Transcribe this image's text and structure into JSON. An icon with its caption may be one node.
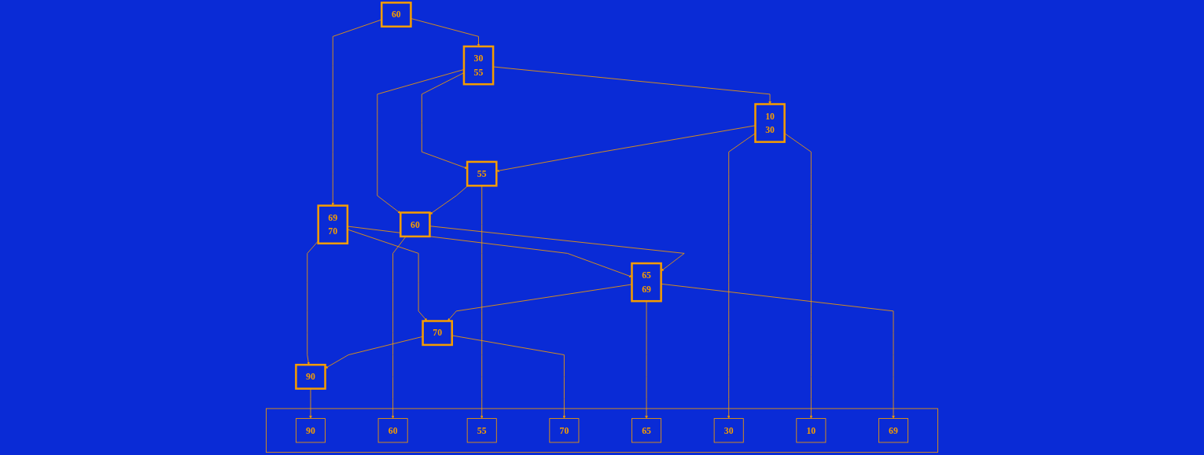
{
  "diagram": {
    "nodes": [
      {
        "text": [
          "60"
        ]
      },
      {
        "text": [
          "30",
          "55"
        ]
      },
      {
        "text": [
          "69",
          "70"
        ]
      },
      {
        "text": [
          "10",
          "30"
        ]
      },
      {
        "text": [
          "55"
        ]
      },
      {
        "text": [
          "60"
        ]
      },
      {
        "text": [
          "65",
          "69"
        ]
      },
      {
        "text": [
          "70"
        ]
      },
      {
        "text": [
          "90"
        ]
      },
      {
        "text": [],
        "shape": "box"
      },
      {
        "text": [
          "90"
        ],
        "in": 9
      },
      {
        "text": [
          "60"
        ],
        "in": 9
      },
      {
        "text": [
          "55"
        ],
        "in": 9
      },
      {
        "text": [
          "70"
        ],
        "in": 9
      },
      {
        "text": [
          "65"
        ],
        "in": 9
      },
      {
        "text": [
          "30"
        ],
        "in": 9
      },
      {
        "text": [
          "10"
        ],
        "in": 9
      },
      {
        "text": [
          "69"
        ],
        "in": 9
      }
    ],
    "edges": [
      {
        "from": 0,
        "to": 1,
        "arrow": "to"
      },
      {
        "from": 0,
        "to": 2,
        "arrow": "to"
      },
      {
        "from": 1,
        "to": 3,
        "arrow": "to"
      },
      {
        "from": 1,
        "to": 4,
        "arrow": "to"
      },
      {
        "from": 1,
        "to": 5,
        "arrow": "to"
      },
      {
        "from": 2,
        "to": 6,
        "arrow": "to"
      },
      {
        "from": 2,
        "to": 7,
        "arrow": "to"
      },
      {
        "from": 2,
        "to": 8,
        "arrow": "to"
      },
      {
        "from": 3,
        "to": 4,
        "arrow": "to"
      },
      {
        "from": 4,
        "to": 5,
        "arrow": "to"
      },
      {
        "from": 5,
        "to": 6,
        "arrow": "to"
      },
      {
        "from": 6,
        "to": 7,
        "arrow": "to"
      },
      {
        "from": 7,
        "to": 8,
        "arrow": "to"
      },
      {
        "from": 3,
        "to": 16,
        "arrow": "to"
      },
      {
        "from": 3,
        "to": 15,
        "arrow": "to"
      },
      {
        "from": 4,
        "to": 12,
        "arrow": "to"
      },
      {
        "from": 5,
        "to": 11,
        "arrow": "to"
      },
      {
        "from": 6,
        "to": 14,
        "arrow": "to"
      },
      {
        "from": 6,
        "to": 17,
        "arrow": "to"
      },
      {
        "from": 7,
        "to": 13,
        "arrow": "to"
      },
      {
        "from": 8,
        "to": 10,
        "arrow": "to"
      }
    ]
  }
}
